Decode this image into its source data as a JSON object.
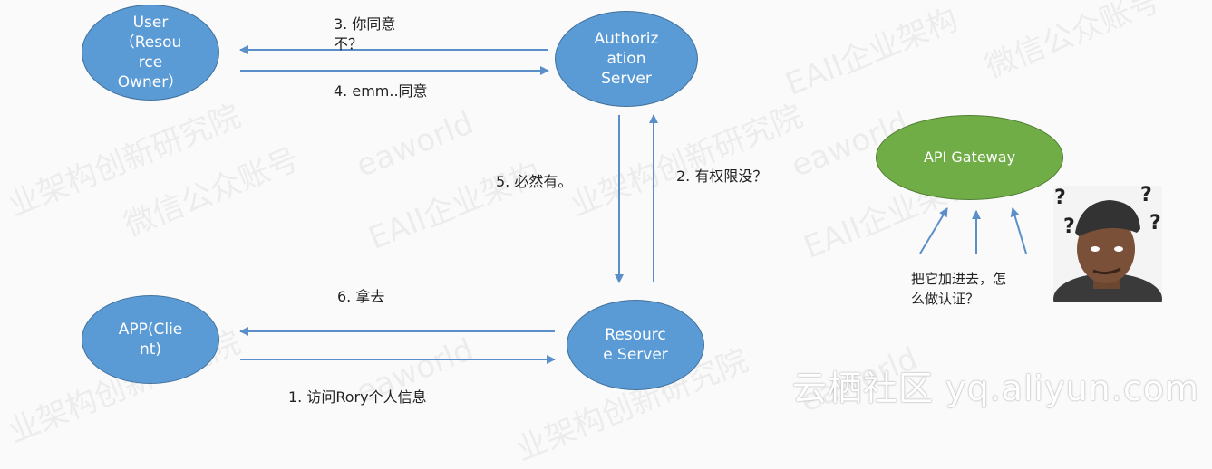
{
  "nodes": {
    "user": "User\n（Resou\nrce\nOwner）",
    "auth_server": "Authoriz\nation\nServer",
    "resource_server": "Resourc\ne Server",
    "app_client": "APP(Clie\nnt)",
    "api_gateway": "API Gateway"
  },
  "edges": {
    "e1": "1. 访问Rory个人信息",
    "e2": "2. 有权限没？",
    "e3": "3. 你同意\n不？",
    "e4": "4. emm..同意",
    "e5": "5. 必然有。",
    "e6": "6. 拿去"
  },
  "gateway_question": "把它加进去，怎\n么做认证？",
  "avatar_marks": "?",
  "watermark": "云栖社区 yq.aliyun.com",
  "background_watermarks": [
    "EAII企业架构",
    "微信公众账号",
    "eaworld",
    "业架构创新研究院"
  ],
  "colors": {
    "node_blue": "#5b9bd5",
    "node_blue_border": "#41719c",
    "node_green": "#70ad47",
    "arrow": "#5b8fc9"
  }
}
